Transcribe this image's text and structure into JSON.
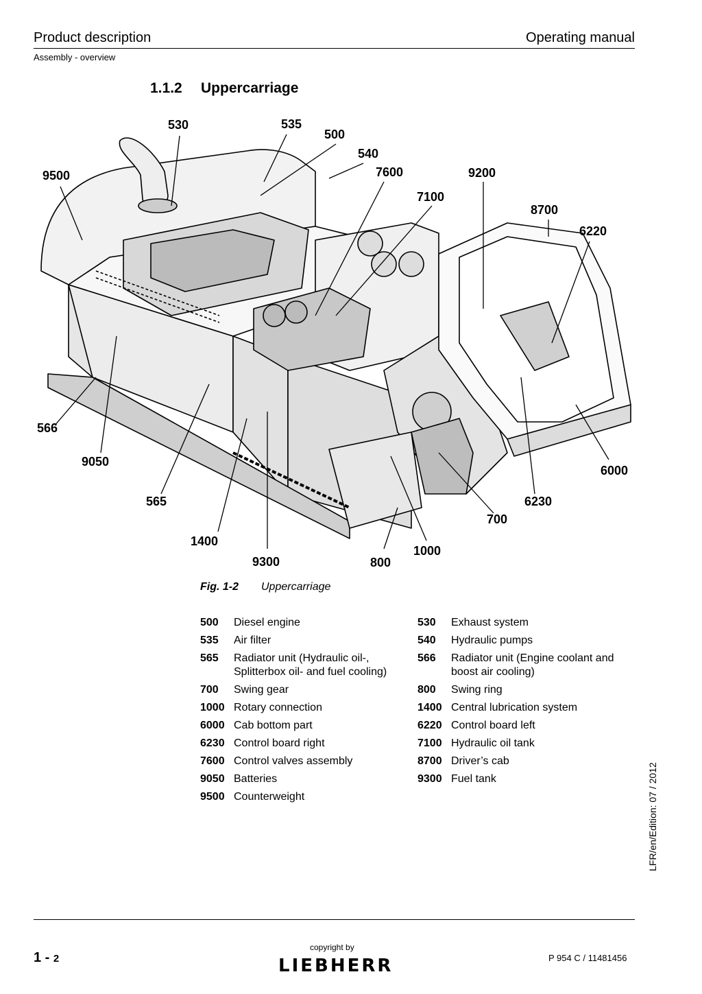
{
  "header": {
    "left_title": "Product description",
    "right_title": "Operating manual",
    "subtitle": "Assembly - overview"
  },
  "section": {
    "number": "1.1.2",
    "title": "Uppercarriage"
  },
  "figure": {
    "callouts": [
      "530",
      "535",
      "500",
      "540",
      "7600",
      "9200",
      "7100",
      "8700",
      "6220",
      "9500",
      "566",
      "9050",
      "565",
      "1400",
      "9300",
      "800",
      "1000",
      "700",
      "6230",
      "6000"
    ]
  },
  "caption": {
    "label": "Fig. 1-2",
    "text": "Uppercarriage"
  },
  "legend": [
    [
      {
        "code": "500",
        "desc": "Diesel engine"
      },
      {
        "code": "530",
        "desc": "Exhaust system"
      }
    ],
    [
      {
        "code": "535",
        "desc": "Air filter"
      },
      {
        "code": "540",
        "desc": "Hydraulic pumps"
      }
    ],
    [
      {
        "code": "565",
        "desc": "Radiator unit (Hydraulic oil-, Splitterbox oil- and fuel cooling)"
      },
      {
        "code": "566",
        "desc": "Radiator unit (Engine coolant and boost air cooling)"
      }
    ],
    [
      {
        "code": "700",
        "desc": "Swing gear"
      },
      {
        "code": "800",
        "desc": "Swing ring"
      }
    ],
    [
      {
        "code": "1000",
        "desc": "Rotary connection"
      },
      {
        "code": "1400",
        "desc": "Central lubrication system"
      }
    ],
    [
      {
        "code": "6000",
        "desc": "Cab bottom part"
      },
      {
        "code": "6220",
        "desc": "Control board left"
      }
    ],
    [
      {
        "code": "6230",
        "desc": "Control board right"
      },
      {
        "code": "7100",
        "desc": "Hydraulic oil tank"
      }
    ],
    [
      {
        "code": "7600",
        "desc": "Control valves assembly"
      },
      {
        "code": "8700",
        "desc": "Driver’s cab"
      }
    ],
    [
      {
        "code": "9050",
        "desc": "Batteries"
      },
      {
        "code": "9300",
        "desc": "Fuel tank"
      }
    ],
    [
      {
        "code": "9500",
        "desc": "Counterweight"
      },
      {
        "code": "",
        "desc": ""
      }
    ]
  ],
  "edition": "LFR/en/Edition: 07 / 2012",
  "footer": {
    "page_major": "1 -",
    "page_minor": "2",
    "copyright": "copyright by",
    "logo": "LIEBHERR",
    "doc_number": "P 954 C / 11481456"
  }
}
